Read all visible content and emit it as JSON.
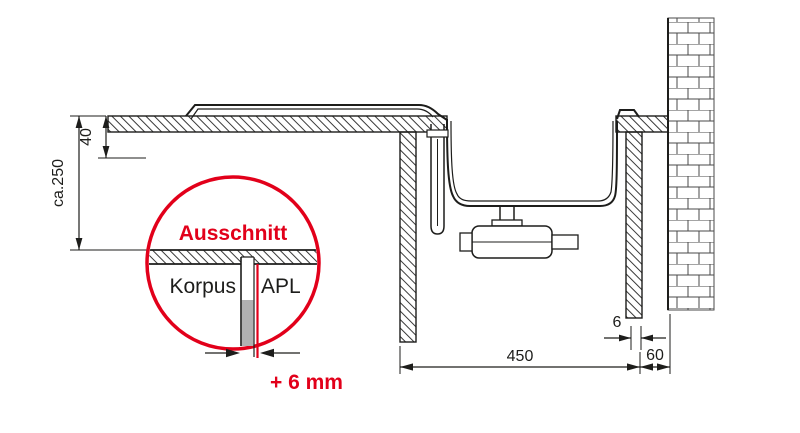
{
  "diagram": {
    "detail": {
      "title": "Ausschnitt",
      "cabinet_label": "Korpus",
      "worktop_label": "APL",
      "offset_note": "+ 6 mm"
    },
    "dimensions": {
      "depth": "ca.250",
      "front_edge": "40",
      "cutout_width": "450",
      "wall_distance": "60",
      "edge_gap": "6"
    },
    "colors": {
      "accent_red": "#e2001a",
      "line_dark": "#1d1d1b",
      "panel_gray": "#b1b1b1"
    }
  }
}
